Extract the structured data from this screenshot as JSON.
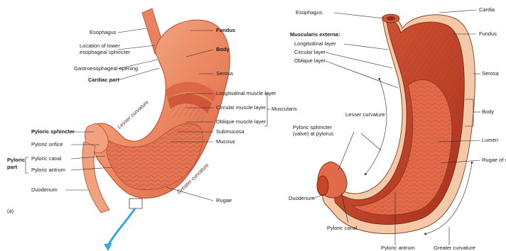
{
  "left_panel": {
    "panel_letter": "(a)",
    "labels": {
      "esophagus": "Esophagus",
      "lower_sphincter": [
        "Location of lower",
        "esophageal sphincter"
      ],
      "gastroesophageal_opening": "Gastroesophageal opening",
      "cardiac_part": "Cardiac part",
      "fundus": "Fundus",
      "body": "Body",
      "serosa": "Serosa",
      "longitudinal_layer": "Longitudinal muscle layer",
      "circular_layer": "Circular muscle layer",
      "oblique_layer": "Oblique muscle layer",
      "muscularis": "Muscularis",
      "submucosa": "Submucosa",
      "mucosa": "Mucosa",
      "rugae": "Rugae",
      "pyloric_sphincter": "Pyloric sphincter",
      "pyloric_orifice": "Pyloric orifice",
      "pyloric_part": [
        "Pyloric",
        "part"
      ],
      "pyloric_canal": "Pyloric canal",
      "pyloric_antrum": "Pyloric antrum",
      "duodenum": "Duodenum",
      "lesser_curvature": "Lesser curvature",
      "greater_curvature": "Greater curvature"
    }
  },
  "right_panel": {
    "labels": {
      "esophagus": "Esophagus",
      "muscularis_externa": "Muscularis externa:",
      "longitudinal_layer": "Longitudinal layer",
      "circular_layer": "Circular layer",
      "oblique_layer": "Oblique layer",
      "cardia": "Cardia",
      "fundus": "Fundus",
      "serosa": "Serosa",
      "body": "Body",
      "lumen": "Lumen",
      "rugae": "Rugae of m",
      "lesser_curvature": "Lesser curvature",
      "pyloric_sphincter": [
        "Pyloric sphincter",
        "(valve) at pylorus"
      ],
      "duodenum": "Duodenum",
      "pyloric_canal": "Pyloric canal",
      "pyloric_antrum": "Pyloric antrum",
      "greater_curvature": "Greater curvature"
    }
  },
  "colors": {
    "tissue_light": "#f0a27f",
    "tissue_mid": "#e06a48",
    "tissue_dark": "#c04a2c",
    "serosa_tan": "#f3c9a8",
    "inner_lumen": "#d9573a",
    "arrow_blue": "#3aa7dc"
  }
}
